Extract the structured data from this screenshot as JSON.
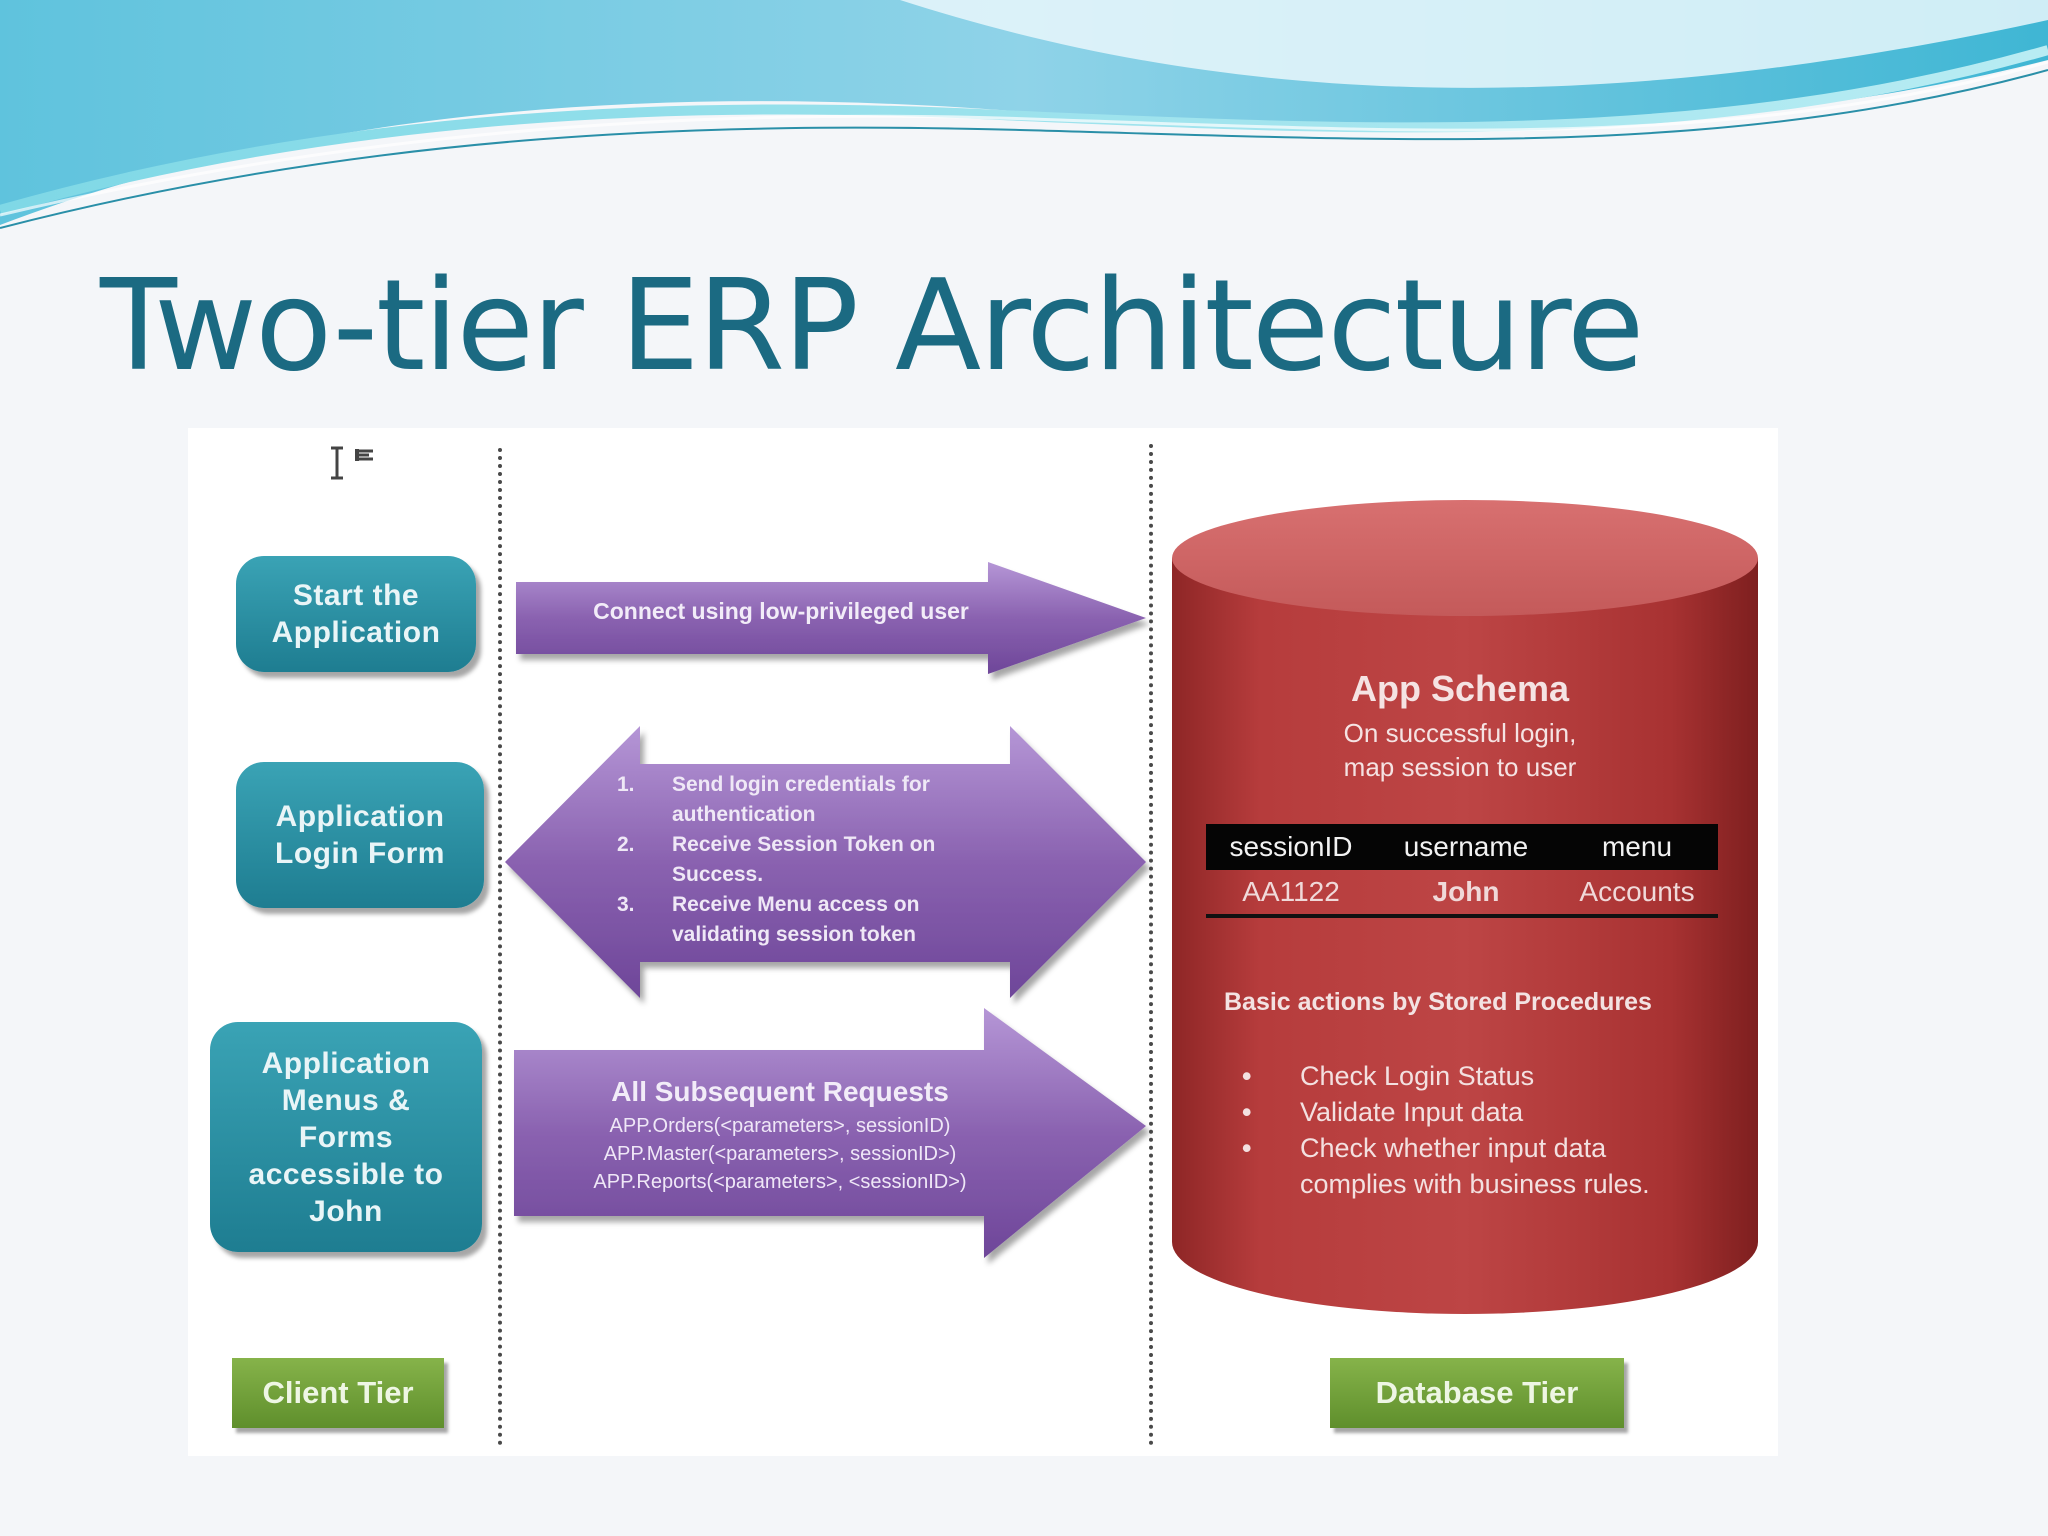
{
  "slide": {
    "title": "Two-tier ERP Architecture"
  },
  "colors": {
    "title": "#1b6a82",
    "client_box": "#2a8fa3",
    "arrow": "#8a62b0",
    "database": "#b03a3a",
    "tier_label": "#6f9f38"
  },
  "client": {
    "boxes": [
      {
        "label": "Start the\nApplication"
      },
      {
        "label": "Application\nLogin Form"
      },
      {
        "label": "Application\nMenus &\nForms\naccessible to\nJohn"
      }
    ],
    "tier_label": "Client Tier"
  },
  "arrows": {
    "connect": "Connect using low-privileged user",
    "login_steps": [
      {
        "num": "1.",
        "text": "Send login credentials for\nauthentication"
      },
      {
        "num": "2.",
        "text": "Receive Session Token on\nSuccess."
      },
      {
        "num": "3.",
        "text": "Receive Menu access on\nvalidating session token"
      }
    ],
    "requests": {
      "title": "All Subsequent Requests",
      "lines": [
        "APP.Orders(<parameters>, sessionID)",
        "APP.Master(<parameters>, sessionID>)",
        "APP.Reports(<parameters>, <sessionID>)"
      ]
    }
  },
  "database": {
    "schema_title": "App Schema",
    "schema_subtitle_1": "On successful login,",
    "schema_subtitle_2": "map session to user",
    "table": {
      "headers": [
        "sessionID",
        "username",
        "menu"
      ],
      "row": [
        "AA1122",
        "John",
        "Accounts"
      ]
    },
    "actions_title": "Basic actions by Stored Procedures",
    "actions": [
      "Check Login Status",
      "Validate Input data",
      "Check whether input data\ncomplies with business rules."
    ],
    "tier_label": "Database Tier"
  },
  "icons": {
    "cursor": "text-cursor-icon"
  }
}
